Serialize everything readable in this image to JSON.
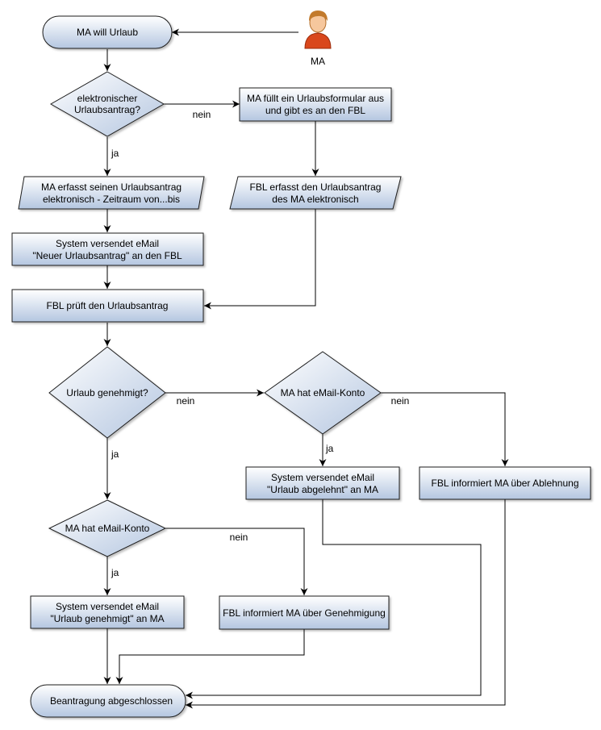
{
  "actor": {
    "label": "MA"
  },
  "nodes": {
    "start": "MA will Urlaub",
    "q_electronic": [
      "elektronischer",
      "Urlaubsantrag?"
    ],
    "paper_form": [
      "MA füllt ein Urlaubsformular aus",
      "und gibt es an den FBL"
    ],
    "ma_enters": [
      "MA erfasst seinen Urlaubsantrag",
      "elektronisch - Zeitraum von...bis"
    ],
    "fbl_enters": [
      "FBL erfasst den Urlaubsantrag",
      "des MA elektronisch"
    ],
    "system_new": [
      "System versendet eMail",
      "\"Neuer Urlaubsantrag\" an den FBL"
    ],
    "fbl_checks": "FBL prüft den Urlaubsantrag",
    "q_approved": "Urlaub genehmigt?",
    "q_email_rejected": "MA hat eMail-Konto",
    "system_rejected": [
      "System versendet eMail",
      "\"Urlaub abgelehnt\" an MA"
    ],
    "fbl_rejection": "FBL informiert MA über Ablehnung",
    "q_email_approved": "MA hat eMail-Konto",
    "system_approved": [
      "System versendet eMail",
      "\"Urlaub genehmigt\" an MA"
    ],
    "fbl_approval": "FBL informiert MA über Genehmigung",
    "end": "Beantragung abgeschlossen"
  },
  "edge_labels": {
    "nein_electronic": "nein",
    "ja_electronic": "ja",
    "nein_approved": "nein",
    "ja_approved": "ja",
    "nein_email_rejected": "nein",
    "ja_email_rejected": "ja",
    "nein_email_approved": "nein",
    "ja_email_approved": "ja"
  },
  "colors": {
    "shape_fill_top": "#ffffff",
    "shape_fill_bottom": "#b4c6e0",
    "actor_body": "#d9471c",
    "actor_hair": "#c27a2c",
    "actor_skin": "#f6c79d"
  }
}
